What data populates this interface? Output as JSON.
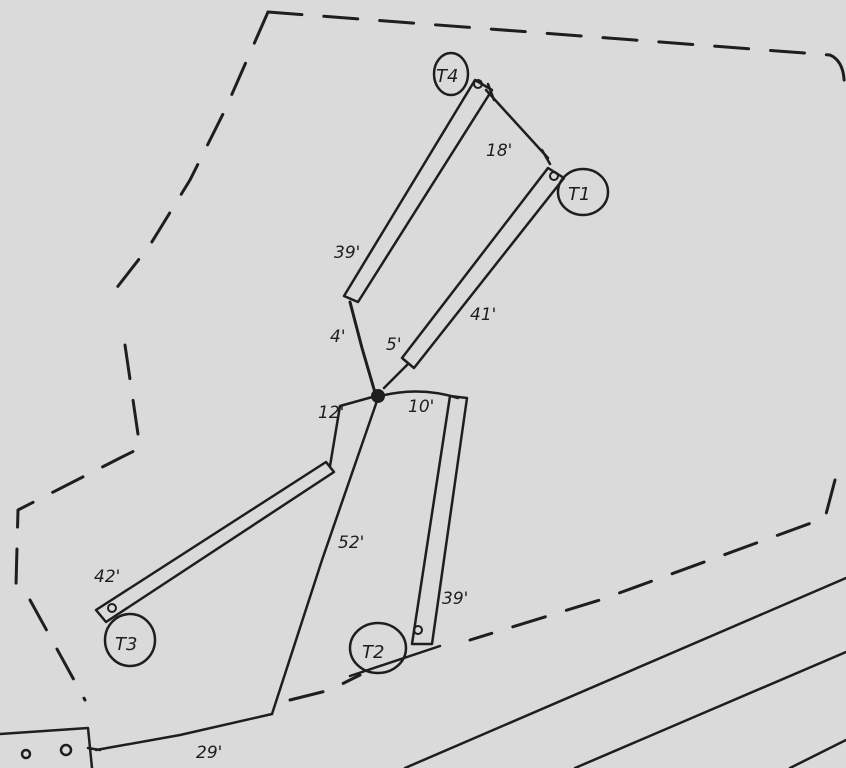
{
  "colors": {
    "paper": "#dadada",
    "ink": "#1e1e1e"
  },
  "lengths": {
    "top_link": "18'",
    "left_top_bar": "39'",
    "right_top_bar": "41'",
    "short_left": "4'",
    "short_right": "5'",
    "left_joint": "12'",
    "right_joint": "10'",
    "lower_left_bar": "42'",
    "main_lead": "52'",
    "lower_right_bar": "39'",
    "bottom_run": "29'"
  },
  "terminals": {
    "t4": "T4",
    "t1": "T1",
    "t3": "T3",
    "t2": "T2"
  }
}
